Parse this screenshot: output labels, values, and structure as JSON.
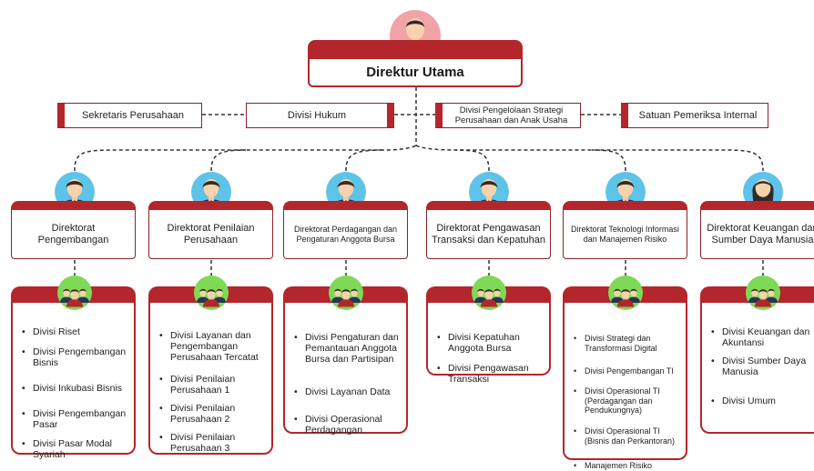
{
  "top": {
    "title": "Direktur Utama"
  },
  "staff": {
    "sekretaris": "Sekretaris Perusahaan",
    "hukum": "Divisi Hukum",
    "strategi": "Divisi Pengelolaan Strategi Perusahaan dan Anak Usaha",
    "spi": "Satuan Pemeriksa Internal"
  },
  "directorates": [
    {
      "name": "Direktorat Pengembangan",
      "divisions": [
        "Divisi Riset",
        "Divisi Pengembangan Bisnis",
        "Divisi Inkubasi  Bisnis",
        "Divisi Pengembangan Pasar",
        "Divisi Pasar Modal Syariah"
      ]
    },
    {
      "name": "Direktorat Penilaian Perusahaan",
      "divisions": [
        "Divisi Layanan dan Pengembangan Perusahaan Tercatat",
        "Divisi Penilaian Perusahaan 1",
        "Divisi Penilaian Perusahaan 2",
        "Divisi Penilaian Perusahaan 3"
      ]
    },
    {
      "name": "Direktorat Perdagangan dan Pengaturan Anggota Bursa",
      "divisions": [
        "Divisi Pengaturan dan Pemantauan Anggota Bursa dan Partisipan",
        "Divisi Layanan Data",
        "Divisi Operasional Perdagangan"
      ]
    },
    {
      "name": "Direktorat Pengawasan Transaksi dan Kepatuhan",
      "divisions": [
        "Divisi Kepatuhan Anggota Bursa",
        "Divisi Pengawasan Transaksi"
      ]
    },
    {
      "name": "Direktorat Teknologi Informasi dan Manajemen Risiko",
      "divisions": [
        "Divisi Strategi dan Transformasi Digital",
        "Divisi Pengembangan TI",
        "Divisi Operasional TI (Perdagangan dan Pendukungnya)",
        "Divisi Operasional TI (Bisnis dan Perkantoran)",
        "Manajemen Risiko"
      ]
    },
    {
      "name": "Direktorat Keuangan dan Sumber Daya Manusia",
      "divisions": [
        "Divisi Keuangan dan Akuntansi",
        "Divisi Sumber Daya Manusia",
        "Divisi Umum"
      ]
    }
  ],
  "colors": {
    "accent": "#b3262b",
    "connector": "#333333",
    "avatar_bg": "#5ec3e8",
    "group_bg": "#7ed957",
    "top_avatar_bg": "#f2a3a8"
  },
  "icons": {
    "top": "person-tie-icon",
    "director": "person-icon",
    "team": "team-icon"
  }
}
